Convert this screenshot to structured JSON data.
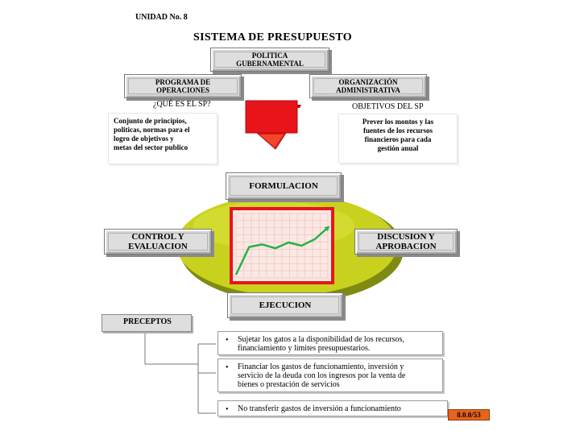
{
  "header": {
    "unit": "UNIDAD No. 8",
    "title": "SISTEMA DE PRESUPUESTO"
  },
  "boxes": {
    "politica": [
      "POLITICA",
      "GUBERNAMENTAL"
    ],
    "programa": [
      "PROGRAMA DE",
      "OPERACIONES"
    ],
    "organizacion": [
      "ORGANIZACIÓN",
      "ADMINISTRATIVA"
    ],
    "formulacion": "FORMULACION",
    "control": [
      "CONTROL Y",
      "EVALUACION"
    ],
    "discusion": [
      "DISCUSION Y",
      "APROBACION"
    ],
    "ejecucion": "EJECUCION",
    "preceptos": "PRECEPTOS"
  },
  "questions": {
    "que_es": "¿QUÉ ES EL SP?",
    "objetivos": "OBJETIVOS DEL SP"
  },
  "panels": {
    "definicion": [
      "Conjunto de principios,",
      "politicas, normas para el",
      "logro de objetivos y",
      "metas del sector publico"
    ],
    "objetivos": [
      "Prever los montos y las",
      "fuentes de los recursos",
      "financieros para cada",
      "gestión anual"
    ]
  },
  "preceptos": [
    [
      "Sujetar los gatos a la disponibilidad de los recursos,",
      "financiamiento y límites presupuestarios."
    ],
    [
      "Financiar los gastos de funcionamiento, inversión y",
      "servicio de la deuda con los ingresos por la venta de",
      "bienes o prestación de servicios"
    ],
    [
      "No transferir gastos de inversión a funcionamiento"
    ]
  ],
  "bullet_symbol": "•",
  "slide_tag": "8.0.0/53",
  "colors": {
    "ellipse": "#c8d21e",
    "ellipse_shadow": "#7e8a12",
    "arrow": "#e8141a",
    "graph_frame": "#e8141a",
    "graph_bg": "#fbe8e4",
    "trend": "#22b24a",
    "tag": "#e8641c"
  },
  "chart_data": {
    "type": "line",
    "title": "",
    "xlabel": "",
    "ylabel": "",
    "x": [
      0,
      1,
      2,
      3,
      4,
      5,
      6,
      7
    ],
    "series": [
      {
        "values": [
          0.05,
          0.48,
          0.52,
          0.46,
          0.55,
          0.5,
          0.6,
          0.78
        ]
      }
    ],
    "ylim": [
      0,
      1
    ],
    "grid": true
  }
}
